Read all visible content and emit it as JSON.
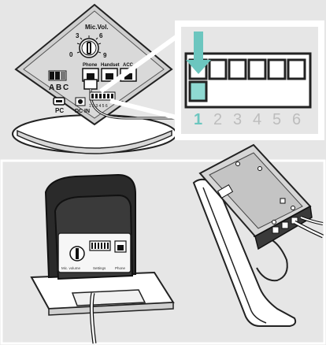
{
  "panel": {
    "mic_vol_label": "Mic.Vol.",
    "dial_numbers": [
      "3",
      "6",
      "0",
      "9"
    ],
    "switch_letters": [
      "A",
      "B",
      "C"
    ],
    "pc_label": "PC",
    "dc_in_label": "DC IN",
    "port_labels": [
      "Phone",
      "Handset",
      "ACC"
    ],
    "dip_digits": "1 2 3 4 5 6"
  },
  "zoom": {
    "switch_numbers": [
      "1",
      "2",
      "3",
      "4",
      "5",
      "6"
    ]
  },
  "base": {
    "labels": [
      "Mic. volume",
      "Settings",
      "Phone"
    ]
  },
  "colors": {
    "highlight_teal": "#8fd9d2",
    "arrow_teal": "#6cc6bf",
    "number_active": "#6cc6bf",
    "number_inactive": "#bdbdbd",
    "background": "#e6e6e6"
  }
}
